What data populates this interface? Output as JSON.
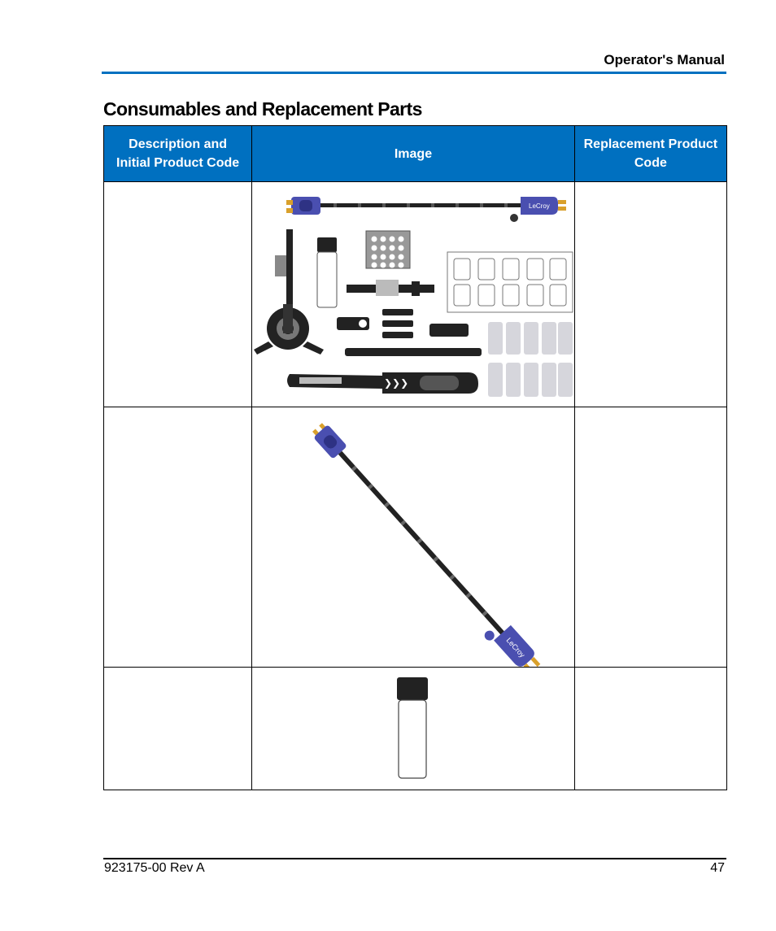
{
  "header": {
    "manual_label": "Operator's Manual"
  },
  "section": {
    "title": "Consumables and Replacement Parts"
  },
  "table": {
    "columns": [
      "Description and Initial Product Code",
      "Image",
      "Replacement Product Code"
    ],
    "rows": [
      {
        "description": "",
        "image": "probe-kit-image",
        "replacement_code": ""
      },
      {
        "description": "",
        "image": "probe-cable-image",
        "replacement_code": ""
      },
      {
        "description": "",
        "image": "vial-image",
        "replacement_code": ""
      }
    ]
  },
  "images": {
    "probe_brand_text": "LeCroy"
  },
  "footer": {
    "doc_code": "923175-00 Rev A",
    "page_number": "47"
  },
  "colors": {
    "accent": "#0070c0",
    "probe_blue": "#4a4fb0",
    "probe_tip": "#d9a02b"
  }
}
